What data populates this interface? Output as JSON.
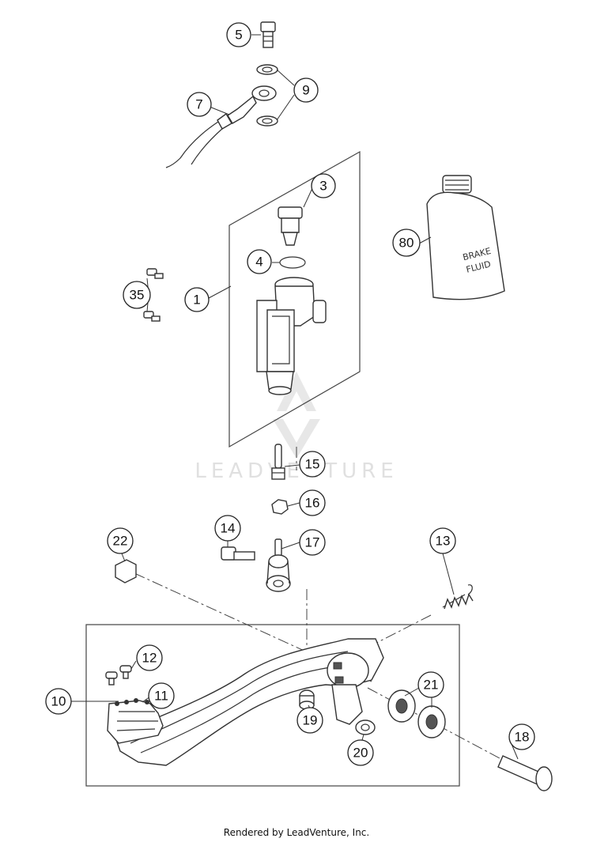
{
  "callouts": {
    "c1": "1",
    "c3": "3",
    "c4": "4",
    "c5": "5",
    "c7": "7",
    "c9": "9",
    "c10": "10",
    "c11": "11",
    "c12": "12",
    "c13": "13",
    "c14": "14",
    "c15": "15",
    "c16": "16",
    "c17": "17",
    "c18": "18",
    "c19": "19",
    "c20": "20",
    "c21": "21",
    "c22": "22",
    "c35": "35",
    "c80": "80"
  },
  "fluid_can": {
    "line1": "BRAKE",
    "line2": "FLUID"
  },
  "watermark": "LEADVENTURE",
  "footer": "Rendered by LeadVenture, Inc."
}
